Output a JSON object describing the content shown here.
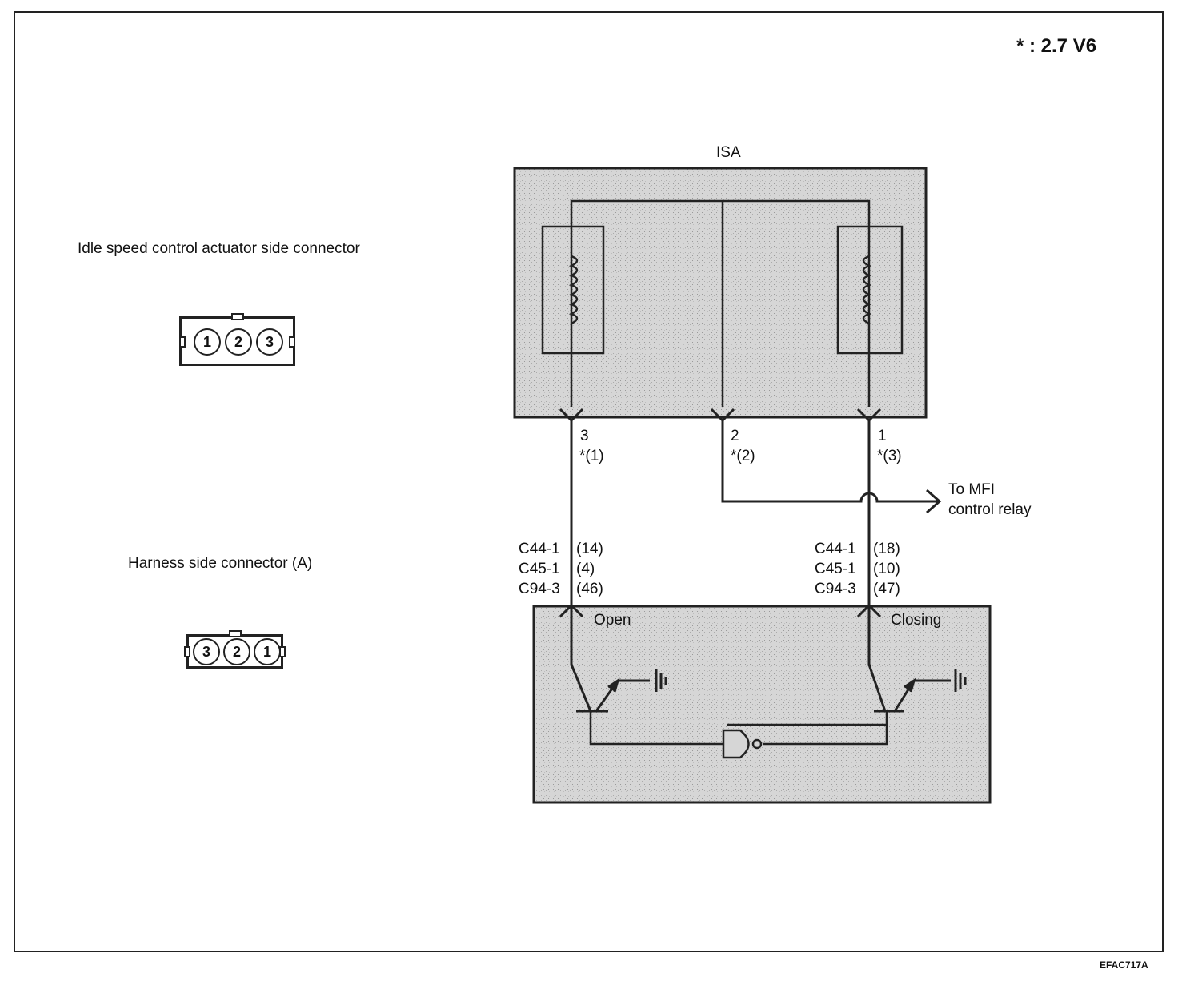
{
  "note": "* : 2.7 V6",
  "figure_code": "EFAC717A",
  "actuator_connector": {
    "title": "Idle speed control actuator side connector",
    "pins": [
      "1",
      "2",
      "3"
    ]
  },
  "harness_connector": {
    "title": "Harness side connector (A)",
    "pins": [
      "3",
      "2",
      "1"
    ]
  },
  "isa": {
    "label": "ISA",
    "terminals": [
      {
        "pin": "3",
        "alt": "*(1)"
      },
      {
        "pin": "2",
        "alt": "*(2)"
      },
      {
        "pin": "1",
        "alt": "*(3)"
      }
    ]
  },
  "relay_label": {
    "line1": "To MFI",
    "line2": "control relay"
  },
  "ecm_connectors": {
    "left": [
      {
        "conn": "C44-1",
        "pin": "(14)"
      },
      {
        "conn": "C45-1",
        "pin": "(4)"
      },
      {
        "conn": "C94-3",
        "pin": "(46)"
      }
    ],
    "right": [
      {
        "conn": "C44-1",
        "pin": "(18)"
      },
      {
        "conn": "C45-1",
        "pin": "(10)"
      },
      {
        "conn": "C94-3",
        "pin": "(47)"
      }
    ]
  },
  "ecm": {
    "open_label": "Open",
    "closing_label": "Closing"
  },
  "colors": {
    "line": "#222222",
    "shade": "#d2d2d2"
  }
}
